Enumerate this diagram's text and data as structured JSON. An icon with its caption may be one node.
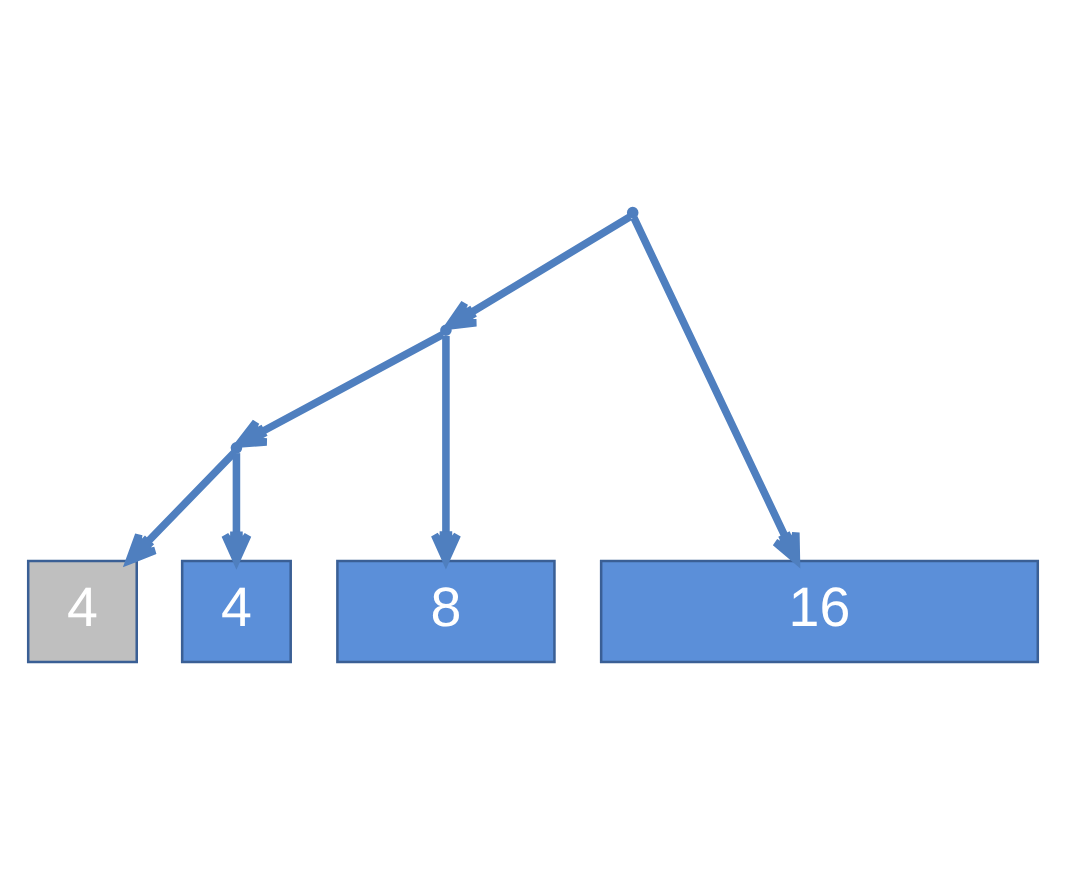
{
  "diagram": {
    "nodes": [
      {
        "text": [],
        "shape": "point"
      },
      {
        "text": [],
        "shape": "point"
      },
      {
        "text": [],
        "shape": "point"
      },
      {
        "text": [
          "4"
        ]
      },
      {
        "text": [
          "4"
        ]
      },
      {
        "text": [
          "8"
        ]
      },
      {
        "text": [
          "16"
        ]
      }
    ],
    "edges": [
      {
        "from": 0,
        "to": 1,
        "arrow": "to"
      },
      {
        "from": 0,
        "to": 6,
        "arrow": "to"
      },
      {
        "from": 1,
        "to": 2,
        "arrow": "to"
      },
      {
        "from": 1,
        "to": 5,
        "arrow": "to"
      },
      {
        "from": 2,
        "to": 3,
        "arrow": "to"
      },
      {
        "from": 2,
        "to": 4,
        "arrow": "to"
      }
    ]
  }
}
